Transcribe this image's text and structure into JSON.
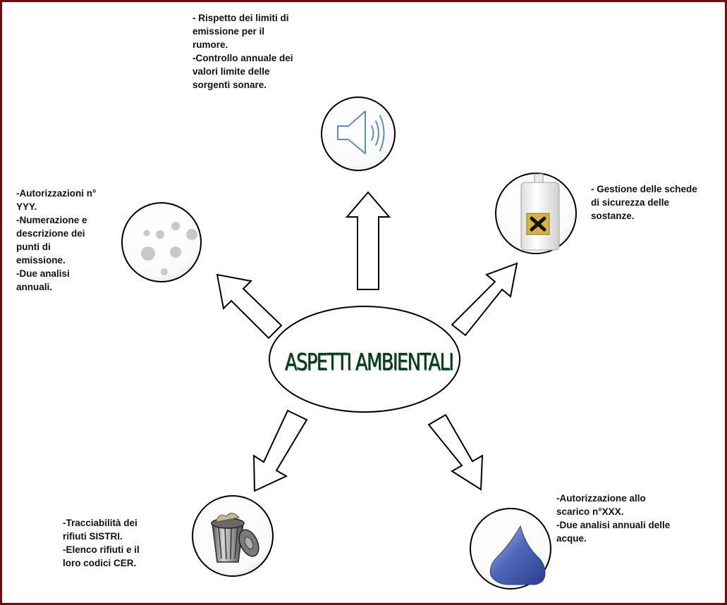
{
  "diagram": {
    "center_label": "ASPETTI AMBIENTALI",
    "nodes": {
      "noise": {
        "lines": [
          "- Rispetto dei limiti di",
          "emissione per il",
          "rumore.",
          "-Controllo annuale dei",
          "valori limite delle",
          "sorgenti sonare."
        ],
        "icon": "speaker-icon"
      },
      "emissions": {
        "lines": [
          "-Autorizzazioni n°",
          "YYY.",
          "-Numerazione e",
          "descrizione dei",
          "punti di",
          "emissione.",
          "-Due analisi",
          "annuali."
        ],
        "icon": "dust-particles-icon"
      },
      "substances": {
        "lines": [
          "- Gestione delle schede",
          "di sicurezza delle",
          "sostanze."
        ],
        "icon": "hazard-bottle-icon"
      },
      "waste": {
        "lines": [
          "-Tracciabilità dei",
          "rifiuti SISTRI.",
          "-Elenco rifiuti e il",
          "loro codici CER."
        ],
        "icon": "trash-can-icon"
      },
      "water": {
        "lines": [
          "-Autorizzazione allo",
          "scarico n°XXX.",
          "-Due analisi annuali delle",
          "acque."
        ],
        "icon": "water-drop-icon"
      }
    },
    "colors": {
      "border": "#6b0f0f",
      "center_text": "#0b3a1b",
      "speaker": "#5b8fc9",
      "particles": "#c8c8c8",
      "hazard": "#d7b43a",
      "water": "#3a55a8"
    }
  }
}
